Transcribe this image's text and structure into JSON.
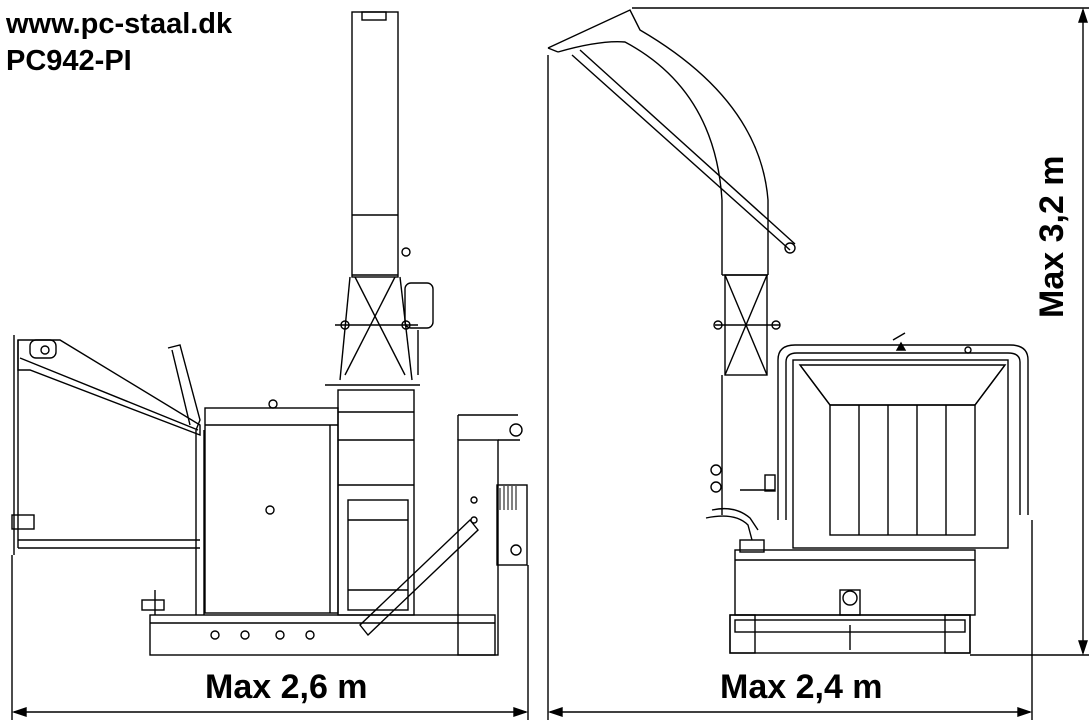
{
  "header": {
    "url": "www.pc-staal.dk",
    "model": "PC942-PI"
  },
  "dimensions": {
    "left_view_width": "Max 2,6 m",
    "right_view_width": "Max 2,4 m",
    "right_view_height": "Max 3,2 m"
  },
  "colors": {
    "line": "#000000",
    "background": "#ffffff"
  }
}
